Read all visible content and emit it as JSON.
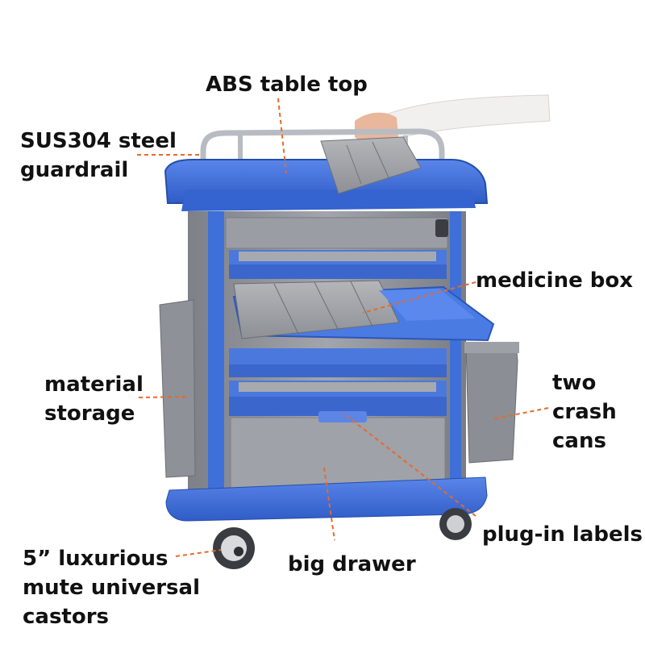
{
  "colors": {
    "frame_blue": "#3f6fd8",
    "body_gray": "#8c8f95",
    "leader_line": "#e8692a"
  },
  "labels": {
    "table_top": [
      "ABS table top"
    ],
    "guardrail": [
      "SUS304 steel",
      "guardrail"
    ],
    "medicine_box": [
      "medicine box"
    ],
    "material_storage": [
      "material",
      "storage"
    ],
    "crash_cans": [
      "two",
      "crash",
      "cans"
    ],
    "plug_in_labels": [
      "plug-in labels"
    ],
    "castors": [
      "5”   luxurious",
      "mute universal",
      "castors"
    ],
    "big_drawer": [
      "big drawer"
    ]
  }
}
